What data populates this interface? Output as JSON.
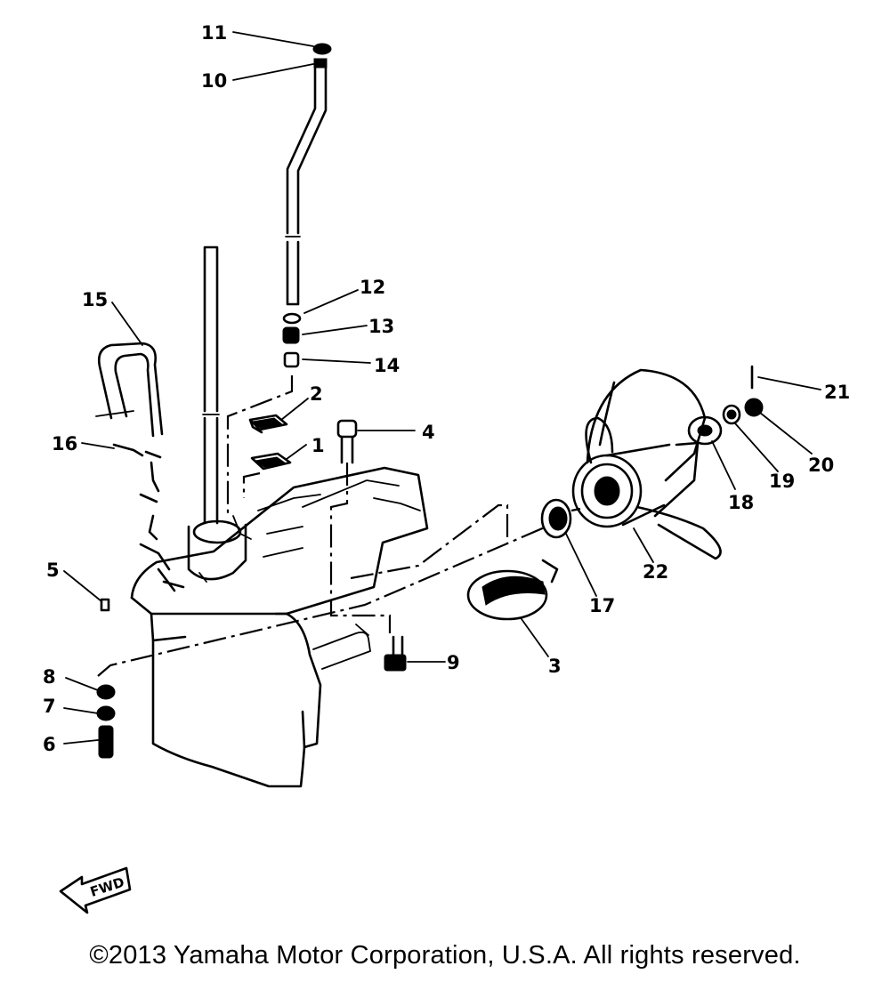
{
  "diagram": {
    "callouts": [
      {
        "id": "c1",
        "text": "1"
      },
      {
        "id": "c2",
        "text": "2"
      },
      {
        "id": "c3",
        "text": "3"
      },
      {
        "id": "c4",
        "text": "4"
      },
      {
        "id": "c5",
        "text": "5"
      },
      {
        "id": "c6",
        "text": "6"
      },
      {
        "id": "c7",
        "text": "7"
      },
      {
        "id": "c8",
        "text": "8"
      },
      {
        "id": "c9",
        "text": "9"
      },
      {
        "id": "c10",
        "text": "10"
      },
      {
        "id": "c11",
        "text": "11"
      },
      {
        "id": "c12",
        "text": "12"
      },
      {
        "id": "c13",
        "text": "13"
      },
      {
        "id": "c14",
        "text": "14"
      },
      {
        "id": "c15",
        "text": "15"
      },
      {
        "id": "c16",
        "text": "16"
      },
      {
        "id": "c17",
        "text": "17"
      },
      {
        "id": "c18",
        "text": "18"
      },
      {
        "id": "c19",
        "text": "19"
      },
      {
        "id": "c20",
        "text": "20"
      },
      {
        "id": "c21",
        "text": "21"
      },
      {
        "id": "c22",
        "text": "22"
      }
    ],
    "fwd_label": "FWD"
  },
  "footer": {
    "copyright": "©2013 Yamaha Motor Corporation, U.S.A. All rights reserved."
  }
}
